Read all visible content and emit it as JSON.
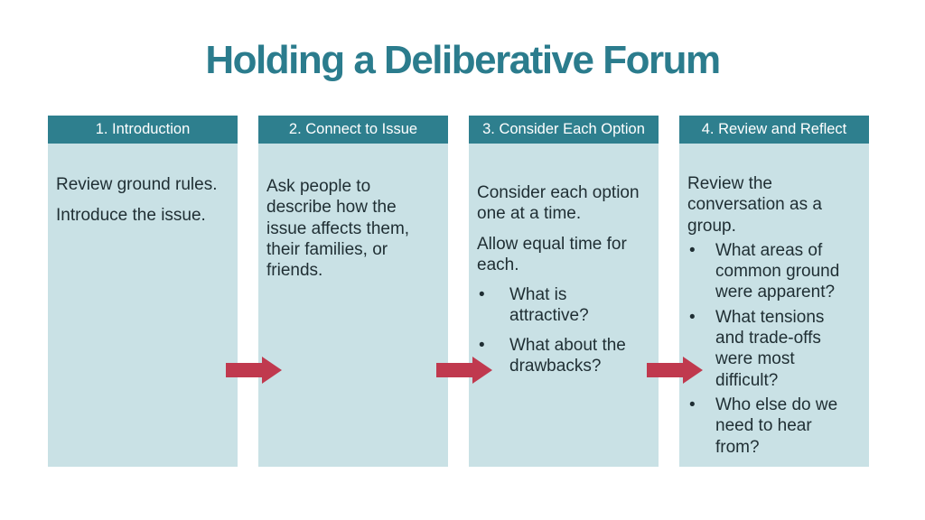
{
  "slide": {
    "title": "Holding a Deliberative Forum",
    "bullet_char": "•",
    "colors": {
      "title_teal": "#2b7c8d",
      "header_teal": "#2e7f8e",
      "body_light_teal": "#c9e1e5",
      "body_text": "#1f2e33",
      "header_text": "#ffffff",
      "arrow_red": "#c0394e",
      "background": "#ffffff"
    },
    "columns": [
      {
        "header": "1. Introduction",
        "paragraphs": {
          "p1": "Review ground rules.",
          "p2": "Introduce the issue."
        }
      },
      {
        "header": "2. Connect to Issue",
        "paragraphs": {
          "p1": "Ask people to\ndescribe how the\nissue affects them,\ntheir families, or\nfriends."
        }
      },
      {
        "header": "3. Consider Each Option",
        "paragraphs": {
          "p1": "Consider each option\none at a time.",
          "p2": "Allow equal time for\neach."
        },
        "bullets": {
          "b1": "What is\nattractive?",
          "b2": "What about the\ndrawbacks?"
        }
      },
      {
        "header": "4. Review and Reflect",
        "paragraphs": {
          "p1": "Review the\nconversation as a\ngroup."
        },
        "bullets": {
          "b1": "What areas of\ncommon ground\nwere apparent?",
          "b2": "What tensions\nand trade-offs\nwere most\ndifficult?",
          "b3": "Who else do we\nneed to hear\nfrom?"
        }
      }
    ]
  }
}
